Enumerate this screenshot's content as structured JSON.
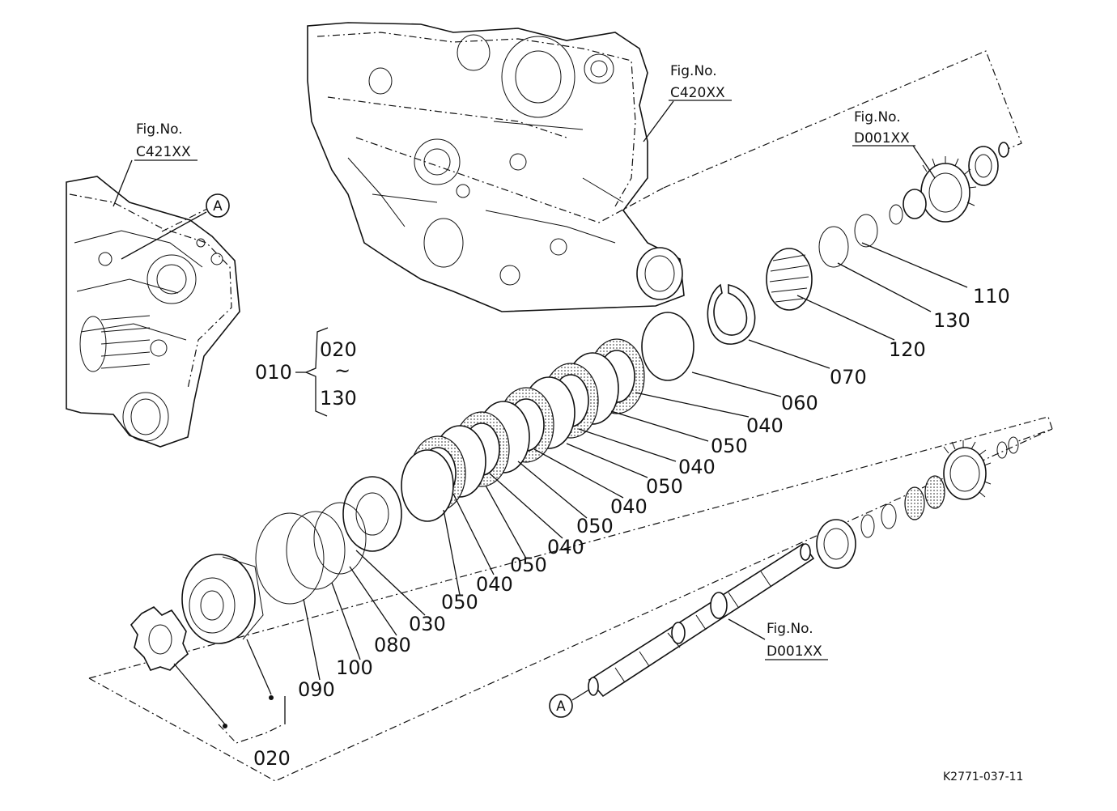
{
  "diagram": {
    "code": "K2771-037-11",
    "callout_a": "A",
    "fig_refs": {
      "c421": {
        "label": "Fig.No.",
        "code": "C421XX"
      },
      "c420": {
        "label": "Fig.No.",
        "code": "C420XX"
      },
      "d001_top": {
        "label": "Fig.No.",
        "code": "D001XX"
      },
      "d001_bottom": {
        "label": "Fig.No.",
        "code": "D001XX"
      }
    },
    "assembly": {
      "number": "010",
      "range_from": "020",
      "tilde": "~",
      "range_to": "130"
    },
    "part_labels": [
      {
        "id": "p110",
        "text": "110"
      },
      {
        "id": "p130",
        "text": "130"
      },
      {
        "id": "p120",
        "text": "120"
      },
      {
        "id": "p070",
        "text": "070"
      },
      {
        "id": "p060",
        "text": "060"
      },
      {
        "id": "p040a",
        "text": "040"
      },
      {
        "id": "p050a",
        "text": "050"
      },
      {
        "id": "p040b",
        "text": "040"
      },
      {
        "id": "p050b",
        "text": "050"
      },
      {
        "id": "p040c",
        "text": "040"
      },
      {
        "id": "p050c",
        "text": "050"
      },
      {
        "id": "p040d",
        "text": "040"
      },
      {
        "id": "p050d",
        "text": "050"
      },
      {
        "id": "p040e",
        "text": "040"
      },
      {
        "id": "p050e",
        "text": "050"
      },
      {
        "id": "p030",
        "text": "030"
      },
      {
        "id": "p080",
        "text": "080"
      },
      {
        "id": "p100",
        "text": "100"
      },
      {
        "id": "p090",
        "text": "090"
      },
      {
        "id": "p020",
        "text": "020"
      }
    ]
  }
}
